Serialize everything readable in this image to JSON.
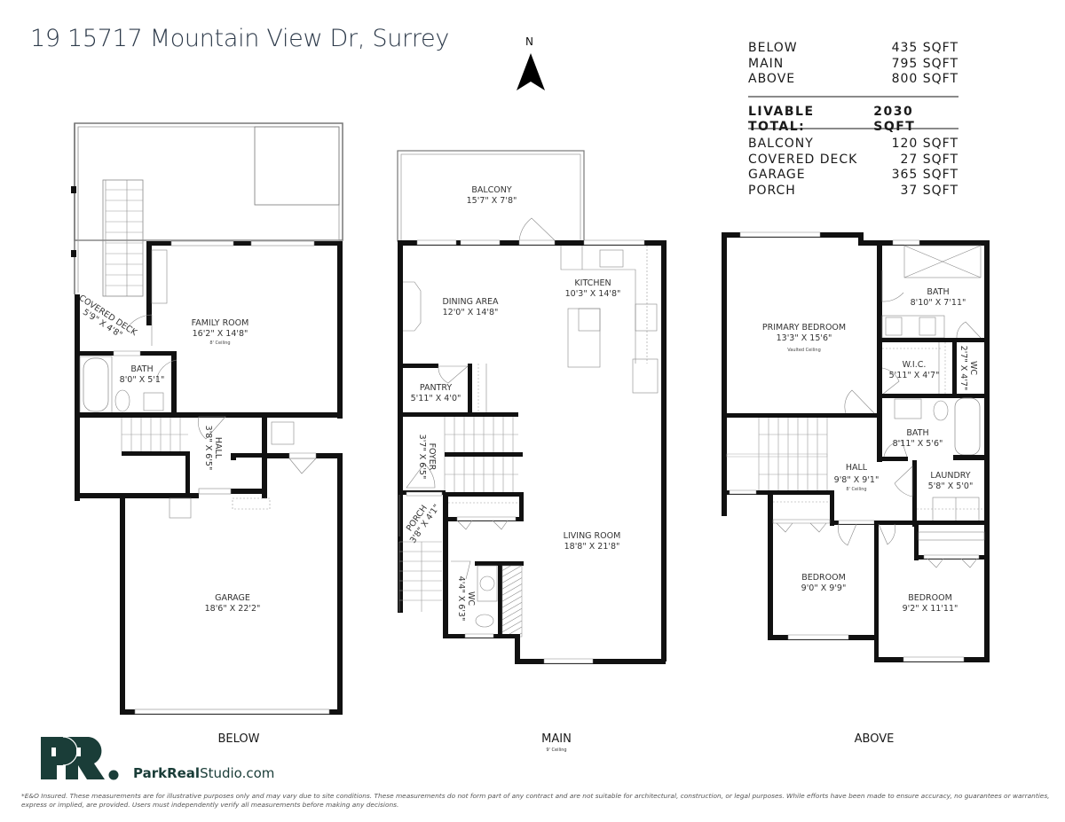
{
  "header": {
    "title": "19 15717 Mountain View Dr, Surrey",
    "compass_label": "N",
    "compass_icon": "north-arrow-icon"
  },
  "area_summary": {
    "floors": [
      {
        "label": "BELOW",
        "value": "435 SQFT"
      },
      {
        "label": "MAIN",
        "value": "795 SQFT"
      },
      {
        "label": "ABOVE",
        "value": "800 SQFT"
      }
    ],
    "total": {
      "label": "LIVABLE TOTAL:",
      "value": "2030 SQFT"
    },
    "extras": [
      {
        "label": "BALCONY",
        "value": "120 SQFT"
      },
      {
        "label": "COVERED DECK",
        "value": "27 SQFT"
      },
      {
        "label": "GARAGE",
        "value": "365 SQFT"
      },
      {
        "label": "PORCH",
        "value": "37 SQFT"
      }
    ]
  },
  "floors": {
    "below": {
      "label": "BELOW",
      "rooms": {
        "family_room": {
          "name": "FAMILY ROOM",
          "size": "16'2\" X 14'8\"",
          "note": "8' Ceiling"
        },
        "covered_deck": {
          "name": "COVERED DECK",
          "size": "5'9\" X 4'8\""
        },
        "bath": {
          "name": "BATH",
          "size": "8'0\" X 5'1\""
        },
        "hall": {
          "name": "HALL",
          "size": "3'8\" X 6'5\""
        },
        "garage": {
          "name": "GARAGE",
          "size": "18'6\" X 22'2\""
        }
      }
    },
    "main": {
      "label": "MAIN",
      "note": "9' Ceiling",
      "rooms": {
        "balcony": {
          "name": "BALCONY",
          "size": "15'7\" X 7'8\""
        },
        "dining_area": {
          "name": "DINING AREA",
          "size": "12'0\" X 14'8\""
        },
        "kitchen": {
          "name": "KITCHEN",
          "size": "10'3\" X 14'8\""
        },
        "pantry": {
          "name": "PANTRY",
          "size": "5'11\" X 4'0\""
        },
        "foyer": {
          "name": "FOYER",
          "size": "3'7\" X 6'5\""
        },
        "porch": {
          "name": "PORCH",
          "size": "3'8\" X 4'1\""
        },
        "living_room": {
          "name": "LIVING ROOM",
          "size": "18'8\" X 21'8\""
        },
        "wc": {
          "name": "WC",
          "size": "4'4\" X 6'3\""
        }
      }
    },
    "above": {
      "label": "ABOVE",
      "rooms": {
        "primary_bedroom": {
          "name": "PRIMARY BEDROOM",
          "size": "13'3\" X 15'6\"",
          "note": "Vaulted Ceiling"
        },
        "ensuite_bath": {
          "name": "BATH",
          "size": "8'10\" X 7'11\""
        },
        "wic": {
          "name": "W.I.C.",
          "size": "5'11\" X 4'7\""
        },
        "wc": {
          "name": "WC",
          "size": "2'7\" X 4'7\""
        },
        "bath": {
          "name": "BATH",
          "size": "8'11\" X 5'6\""
        },
        "hall": {
          "name": "HALL",
          "size": "9'8\" X 9'1\"",
          "note": "8' Ceiling"
        },
        "laundry": {
          "name": "LAUNDRY",
          "size": "5'8\" X 5'0\""
        },
        "bedroom_2": {
          "name": "BEDROOM",
          "size": "9'0\" X 9'9\""
        },
        "bedroom_3": {
          "name": "BEDROOM",
          "size": "9'2\" X 11'11\""
        }
      }
    }
  },
  "branding": {
    "logo_mark": "PR.",
    "site_bold": "ParkReal",
    "site_rest": "Studio.com",
    "brand_color": "#1a3d38"
  },
  "disclaimer": "*E&O Insured. These measurements are for illustrative purposes only and may vary due to site conditions. These measurements do not form part of any contract and are not suitable for architectural, construction, or legal purposes. While efforts have been made to ensure accuracy, no guarantees or warranties, express or implied, are provided. Users must independently verify all measurements before making any decisions."
}
